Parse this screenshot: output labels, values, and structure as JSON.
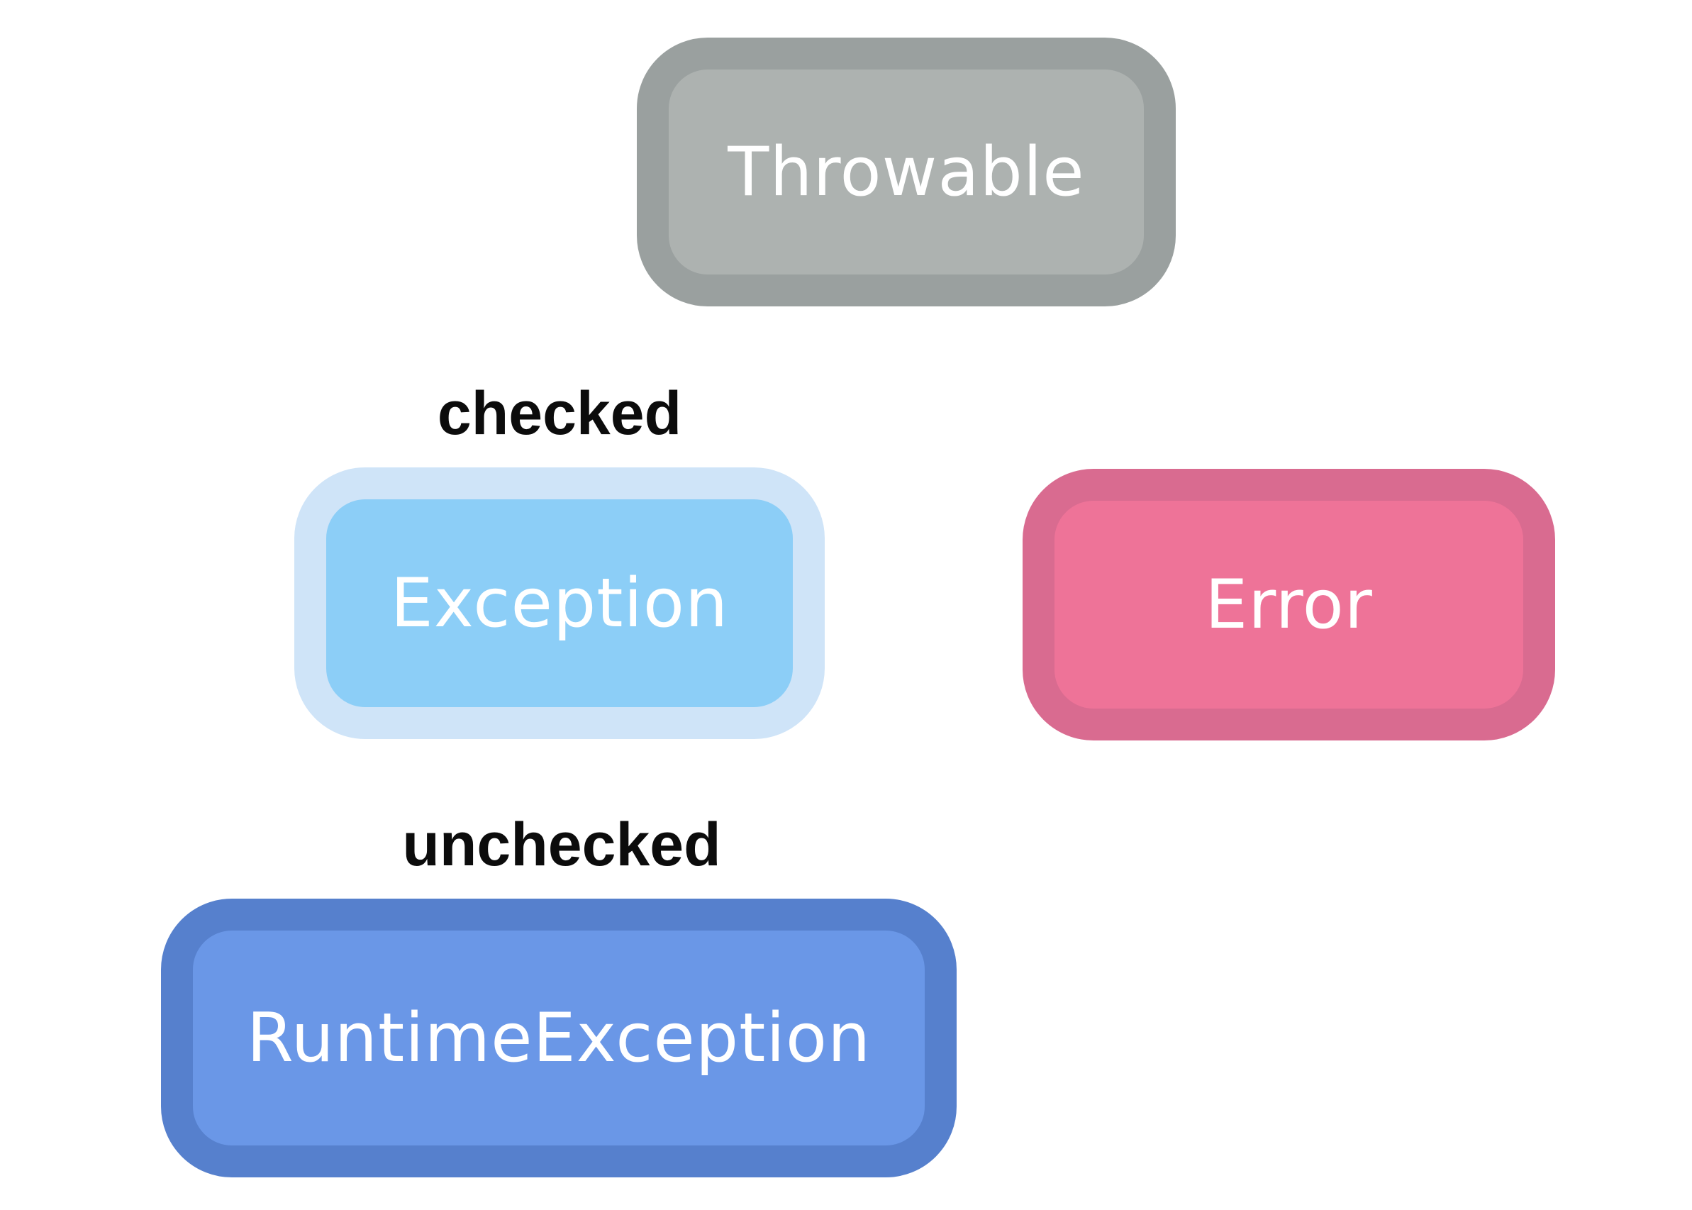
{
  "diagram": {
    "background": "#ffffff",
    "annotations": {
      "checked": "checked",
      "unchecked": "unchecked"
    },
    "nodes": {
      "throwable": {
        "label": "Throwable",
        "fill": "#adb2b0",
        "border": "#9aa09f",
        "text_color": "#ffffff"
      },
      "exception": {
        "label": "Exception",
        "fill": "#8ccef7",
        "border": "#cfe4f8",
        "text_color": "#ffffff"
      },
      "error": {
        "label": "Error",
        "fill": "#ee7398",
        "border": "#d96b90",
        "text_color": "#ffffff"
      },
      "runtime_exception": {
        "label": "RuntimeException",
        "fill": "#6a97e7",
        "border": "#5680cd",
        "text_color": "#ffffff"
      }
    }
  }
}
